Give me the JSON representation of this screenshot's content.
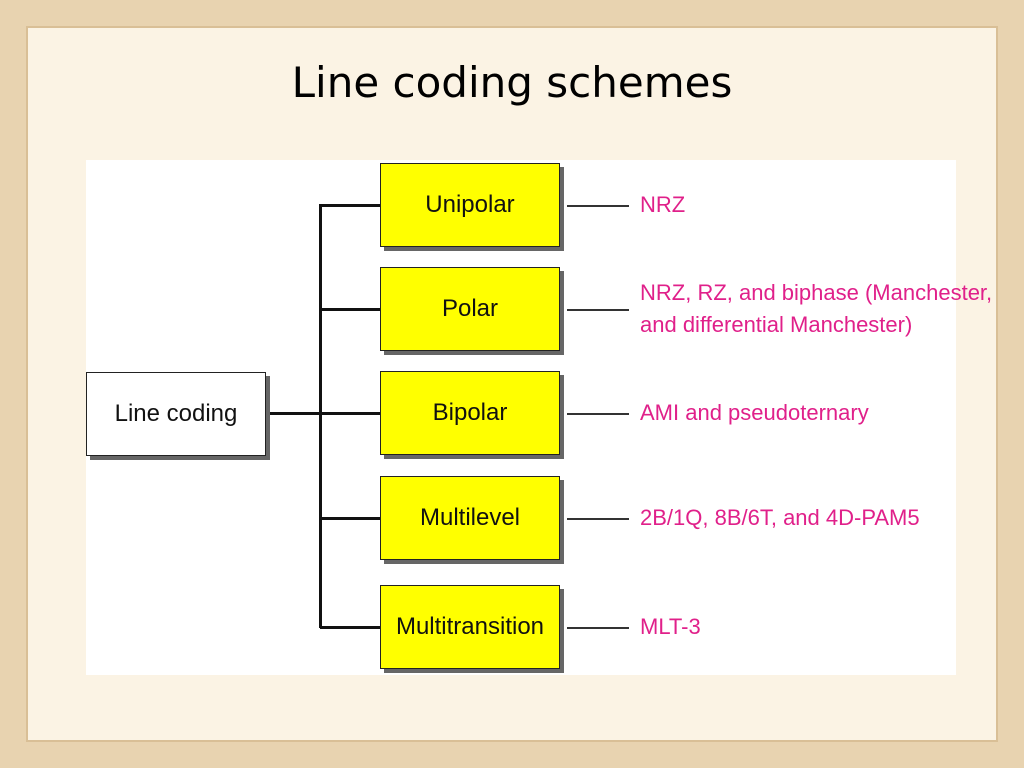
{
  "title": "Line coding schemes",
  "root": {
    "label": "Line coding"
  },
  "categories": [
    {
      "label": "Unipolar",
      "schemes": "NRZ"
    },
    {
      "label": "Polar",
      "schemes_line1": "NRZ, RZ, and biphase (Manchester,",
      "schemes_line2": "and differential Manchester)"
    },
    {
      "label": "Bipolar",
      "schemes": "AMI and pseudoternary"
    },
    {
      "label": "Multilevel",
      "schemes": "2B/1Q,  8B/6T, and 4D-PAM5"
    },
    {
      "label": "Multitransition",
      "schemes": "MLT-3"
    }
  ],
  "colors": {
    "category_fill": "#ffff00",
    "scheme_text": "#e0208a"
  }
}
